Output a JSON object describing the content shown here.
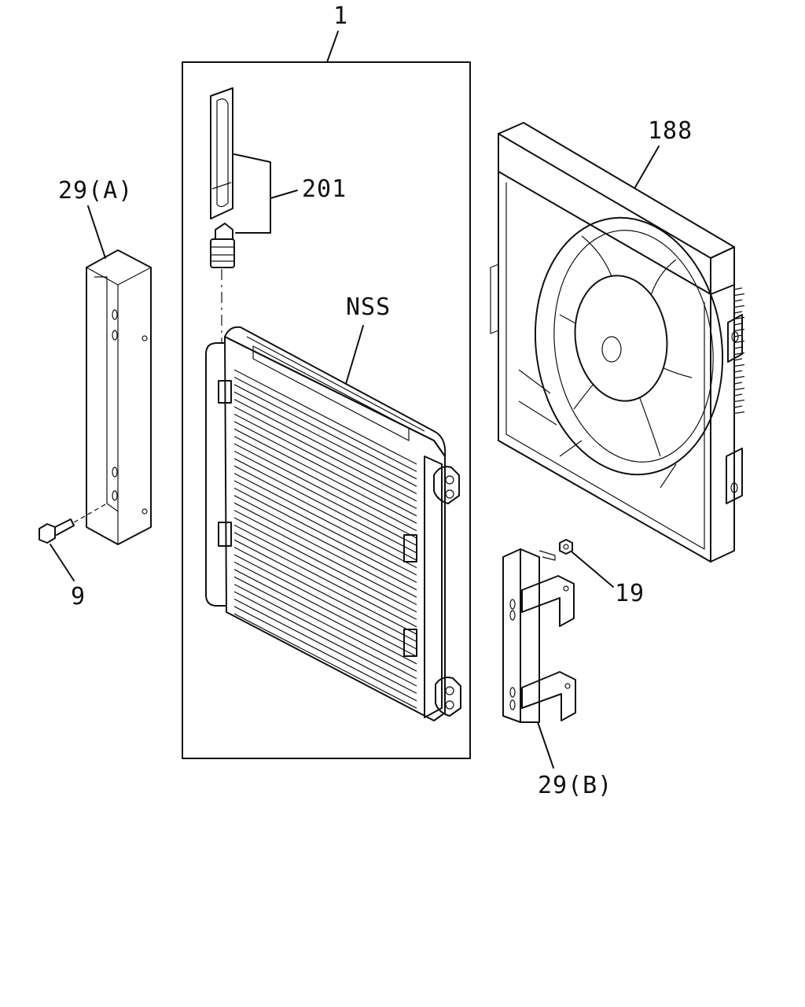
{
  "diagram": {
    "callouts": {
      "assembly_1": "1",
      "part_201": "201",
      "part_nss": "NSS",
      "part_188": "188",
      "part_29a": "29(A)",
      "part_9": "9",
      "part_19": "19",
      "part_29b": "29(B)"
    },
    "colors": {
      "line": "#111111",
      "background": "#ffffff"
    }
  }
}
